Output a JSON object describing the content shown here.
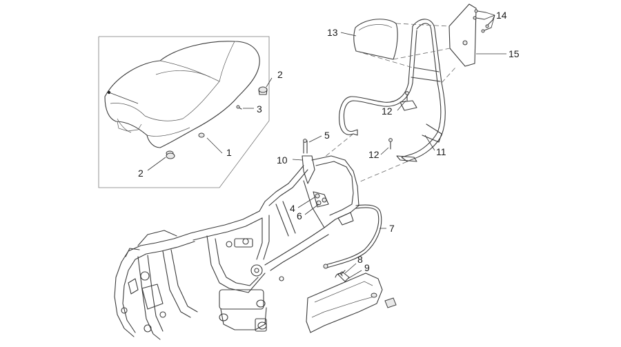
{
  "callouts": [
    {
      "id": "c1",
      "text": "1"
    },
    {
      "id": "c2a",
      "text": "2"
    },
    {
      "id": "c2b",
      "text": "2"
    },
    {
      "id": "c3",
      "text": "3"
    },
    {
      "id": "c4",
      "text": "4"
    },
    {
      "id": "c5",
      "text": "5"
    },
    {
      "id": "c6",
      "text": "6"
    },
    {
      "id": "c7",
      "text": "7"
    },
    {
      "id": "c8",
      "text": "8"
    },
    {
      "id": "c9",
      "text": "9"
    },
    {
      "id": "c10",
      "text": "10"
    },
    {
      "id": "c11",
      "text": "11"
    },
    {
      "id": "c12a",
      "text": "12"
    },
    {
      "id": "c12b",
      "text": "12"
    },
    {
      "id": "c13",
      "text": "13"
    },
    {
      "id": "c14",
      "text": "14"
    },
    {
      "id": "c15",
      "text": "15"
    }
  ]
}
